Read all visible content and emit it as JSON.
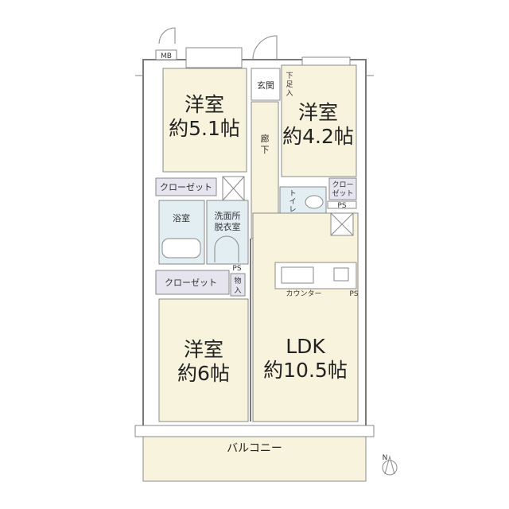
{
  "rooms": {
    "western_1": {
      "name": "洋室",
      "size": "約5.1帖"
    },
    "western_2": {
      "name": "洋室",
      "size": "約4.2帖"
    },
    "western_3": {
      "name": "洋室",
      "size": "約6帖"
    },
    "ldk": {
      "name": "LDK",
      "size": "約10.5帖"
    },
    "entrance": "玄関",
    "shoe_storage": [
      "下",
      "足",
      "入"
    ],
    "corridor": [
      "廊",
      "下"
    ],
    "closet_1": "クローゼット",
    "closet_2": "クローゼット",
    "closet_small": [
      "クロー",
      "ゼット"
    ],
    "bath": "浴室",
    "washroom": [
      "洗面所",
      "脱衣室"
    ],
    "toilet": [
      "ト",
      "イ",
      "レ"
    ],
    "storage": [
      "物",
      "入"
    ],
    "counter": "カウンター",
    "ps_1": "PS",
    "ps_2": "PS",
    "ps_3": "PS",
    "mb": "MB",
    "balcony": "バルコニー"
  },
  "compass": {
    "label": "N"
  },
  "colors": {
    "room": "#f8f3dc",
    "wet": "#e3eef3",
    "closet": "#e6e4ee",
    "wall": "#7a7a7a"
  }
}
